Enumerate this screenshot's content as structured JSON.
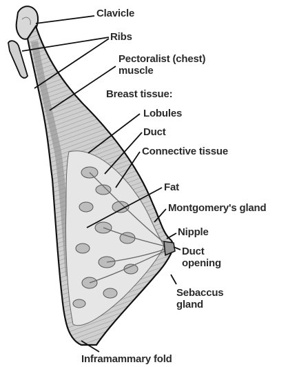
{
  "labels": {
    "clavicle": "Clavicle",
    "ribs": "Ribs",
    "pectoralis": "Pectoralist (chest)\nmuscle",
    "breast_tissue": "Breast tissue:",
    "lobules": "Lobules",
    "duct": "Duct",
    "connective": "Connective tissue",
    "fat": "Fat",
    "montgomery": "Montgomery's gland",
    "nipple": "Nipple",
    "duct_opening": "Duct\nopening",
    "sebaccus": "Sebaccus\ngland",
    "inframammary": "Inframammary fold"
  },
  "colors": {
    "outline": "#111111",
    "tissue": "#c9c9c9",
    "fat": "#e6e6e6",
    "text": "#2a2a2a"
  }
}
